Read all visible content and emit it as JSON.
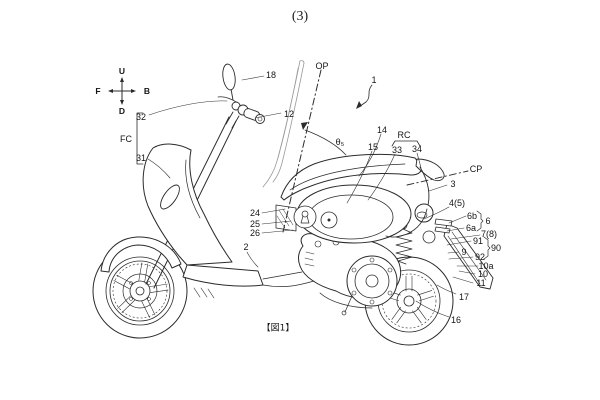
{
  "figure": {
    "number": "(3)",
    "caption": "【図1】"
  },
  "compass": {
    "u": "U",
    "b": "B",
    "f": "F",
    "d": "D"
  },
  "labels": [
    {
      "text": "18"
    },
    {
      "text": "12"
    },
    {
      "text": "32"
    },
    {
      "text": "FC"
    },
    {
      "text": "31"
    },
    {
      "text": "OP"
    },
    {
      "text": "1"
    },
    {
      "text": "θ₅"
    },
    {
      "text": "14"
    },
    {
      "text": "15"
    },
    {
      "text": "RC"
    },
    {
      "text": "33"
    },
    {
      "text": "34"
    },
    {
      "text": "CP"
    },
    {
      "text": "3"
    },
    {
      "text": "4(5)"
    },
    {
      "text": "6b"
    },
    {
      "text": "6"
    },
    {
      "text": "6a"
    },
    {
      "text": "7(8)"
    },
    {
      "text": "91"
    },
    {
      "text": "90"
    },
    {
      "text": "9"
    },
    {
      "text": "92"
    },
    {
      "text": "10a"
    },
    {
      "text": "10"
    },
    {
      "text": "11"
    },
    {
      "text": "17"
    },
    {
      "text": "16"
    },
    {
      "text": "24"
    },
    {
      "text": "25"
    },
    {
      "text": "26"
    },
    {
      "text": "2"
    }
  ]
}
